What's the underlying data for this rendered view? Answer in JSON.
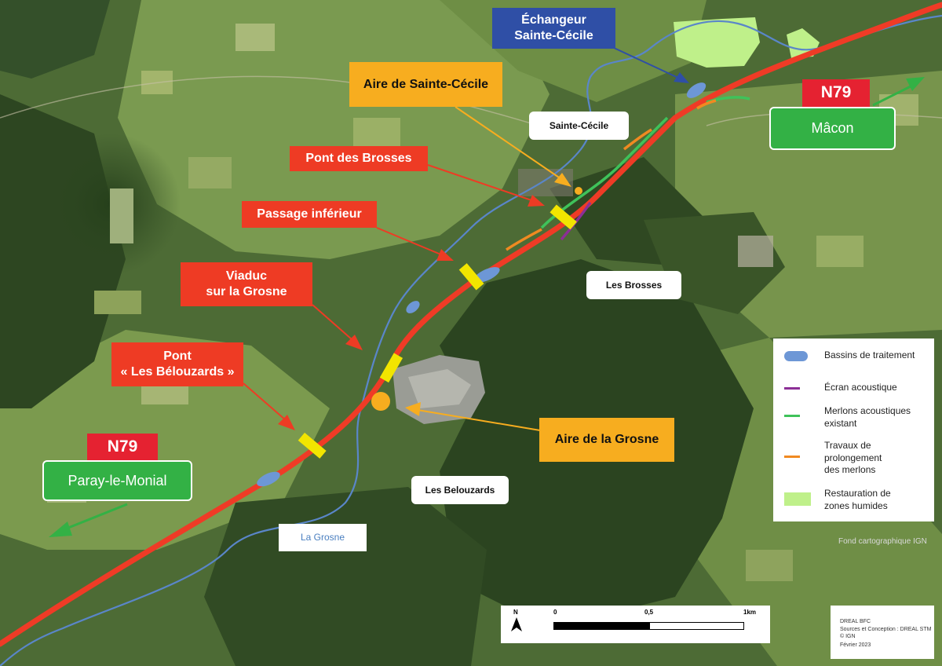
{
  "labels": {
    "echangeur": "Échangeur\nSainte-Cécile",
    "aire_sainte_cecile": "Aire de Sainte-Cécile",
    "pont_brosses": "Pont des Brosses",
    "passage_inferieur": "Passage inférieur",
    "viaduc": "Viaduc\nsur la Grosne",
    "pont_belouzards": "Pont\n« Les Bélouzards »",
    "aire_grosne": "Aire de la Grosne",
    "sainte_cecile": "Sainte-Cécile",
    "les_brosses": "Les Brosses",
    "les_belouzards": "Les Belouzards",
    "la_grosne": "La Grosne",
    "n79_east": "N79",
    "macon": "Mâcon",
    "n79_west": "N79",
    "paray": "Paray-le-Monial"
  },
  "legend": {
    "items": [
      {
        "text": "Bassins de traitement",
        "color": "#6d97d6"
      },
      {
        "text": "Écran acoustique",
        "color": "#8c2f96"
      },
      {
        "text": "Merlons acoustiques\nexistant",
        "color": "#3fc25a"
      },
      {
        "text": "Travaux de\nprolongement\ndes merlons",
        "color": "#f08a21"
      },
      {
        "text": "Restauration de\nzones humides",
        "color": "#bff08a"
      }
    ]
  },
  "scale": {
    "north": "N",
    "t0": "0",
    "t1": "0,5",
    "t2": "1km"
  },
  "credits": {
    "org": "DREAL BFC",
    "sources": "Sources et Conception : DREAL STM",
    "ign": "© IGN",
    "date": "Février 2023"
  },
  "fond": "Fond cartographique IGN",
  "colors": {
    "road": "#ef3b26",
    "works": "#f2e500",
    "arrow_red": "#ee3b24",
    "arrow_orange": "#f7ad1f",
    "arrow_blue": "#2f4fa6",
    "arrow_green": "#33b145"
  }
}
